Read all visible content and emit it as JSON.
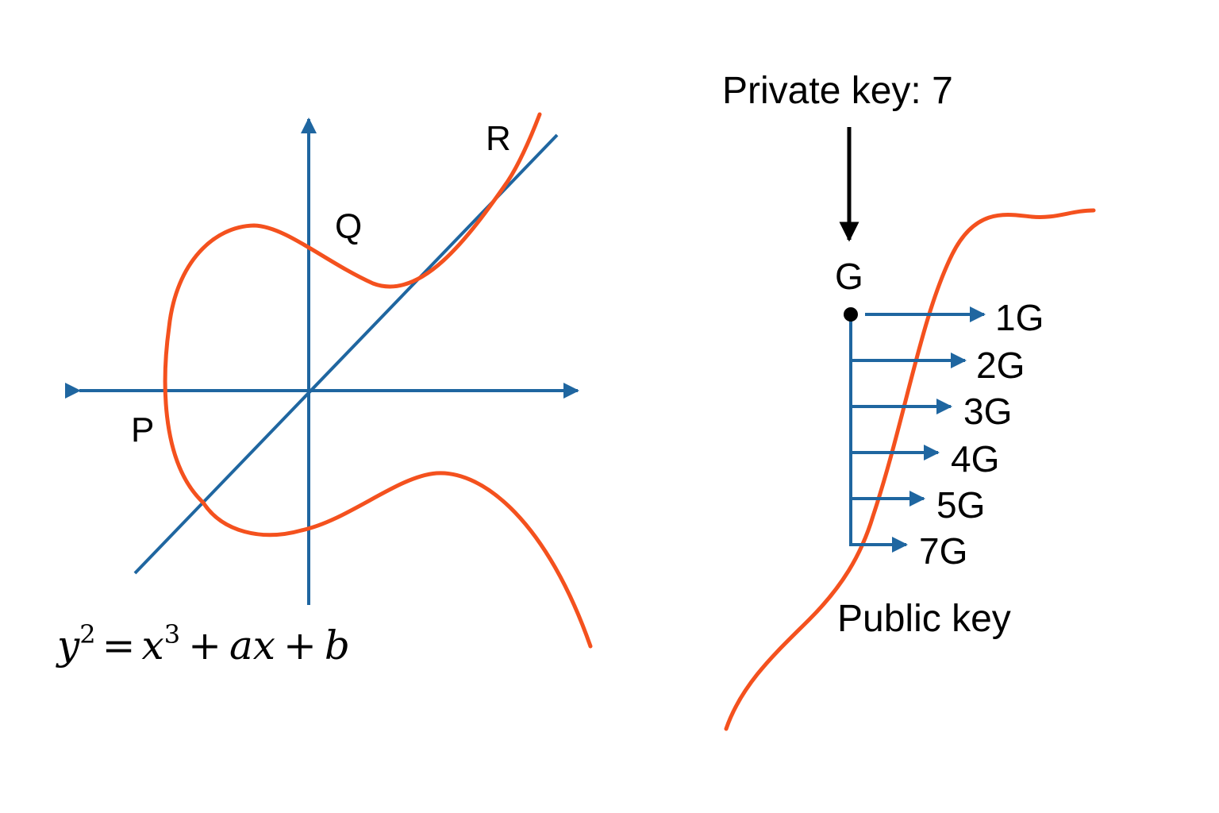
{
  "colors": {
    "axis": "#1f66a0",
    "curve": "#f4511e",
    "text": "#000000",
    "arrow_black": "#000000"
  },
  "left_panel": {
    "point_labels": {
      "P": "P",
      "Q": "Q",
      "R": "R"
    },
    "equation": {
      "y": "y",
      "y_exp": "2",
      "equals": "=",
      "x": "x",
      "x_exp": "3",
      "plus1": "+",
      "ax": "ax",
      "plus2": "+",
      "b": "b"
    }
  },
  "right_panel": {
    "private_key_label": "Private key: 7",
    "generator_label": "G",
    "multiples": [
      "1G",
      "2G",
      "3G",
      "4G",
      "5G",
      "7G"
    ],
    "public_key_label": "Public key"
  }
}
